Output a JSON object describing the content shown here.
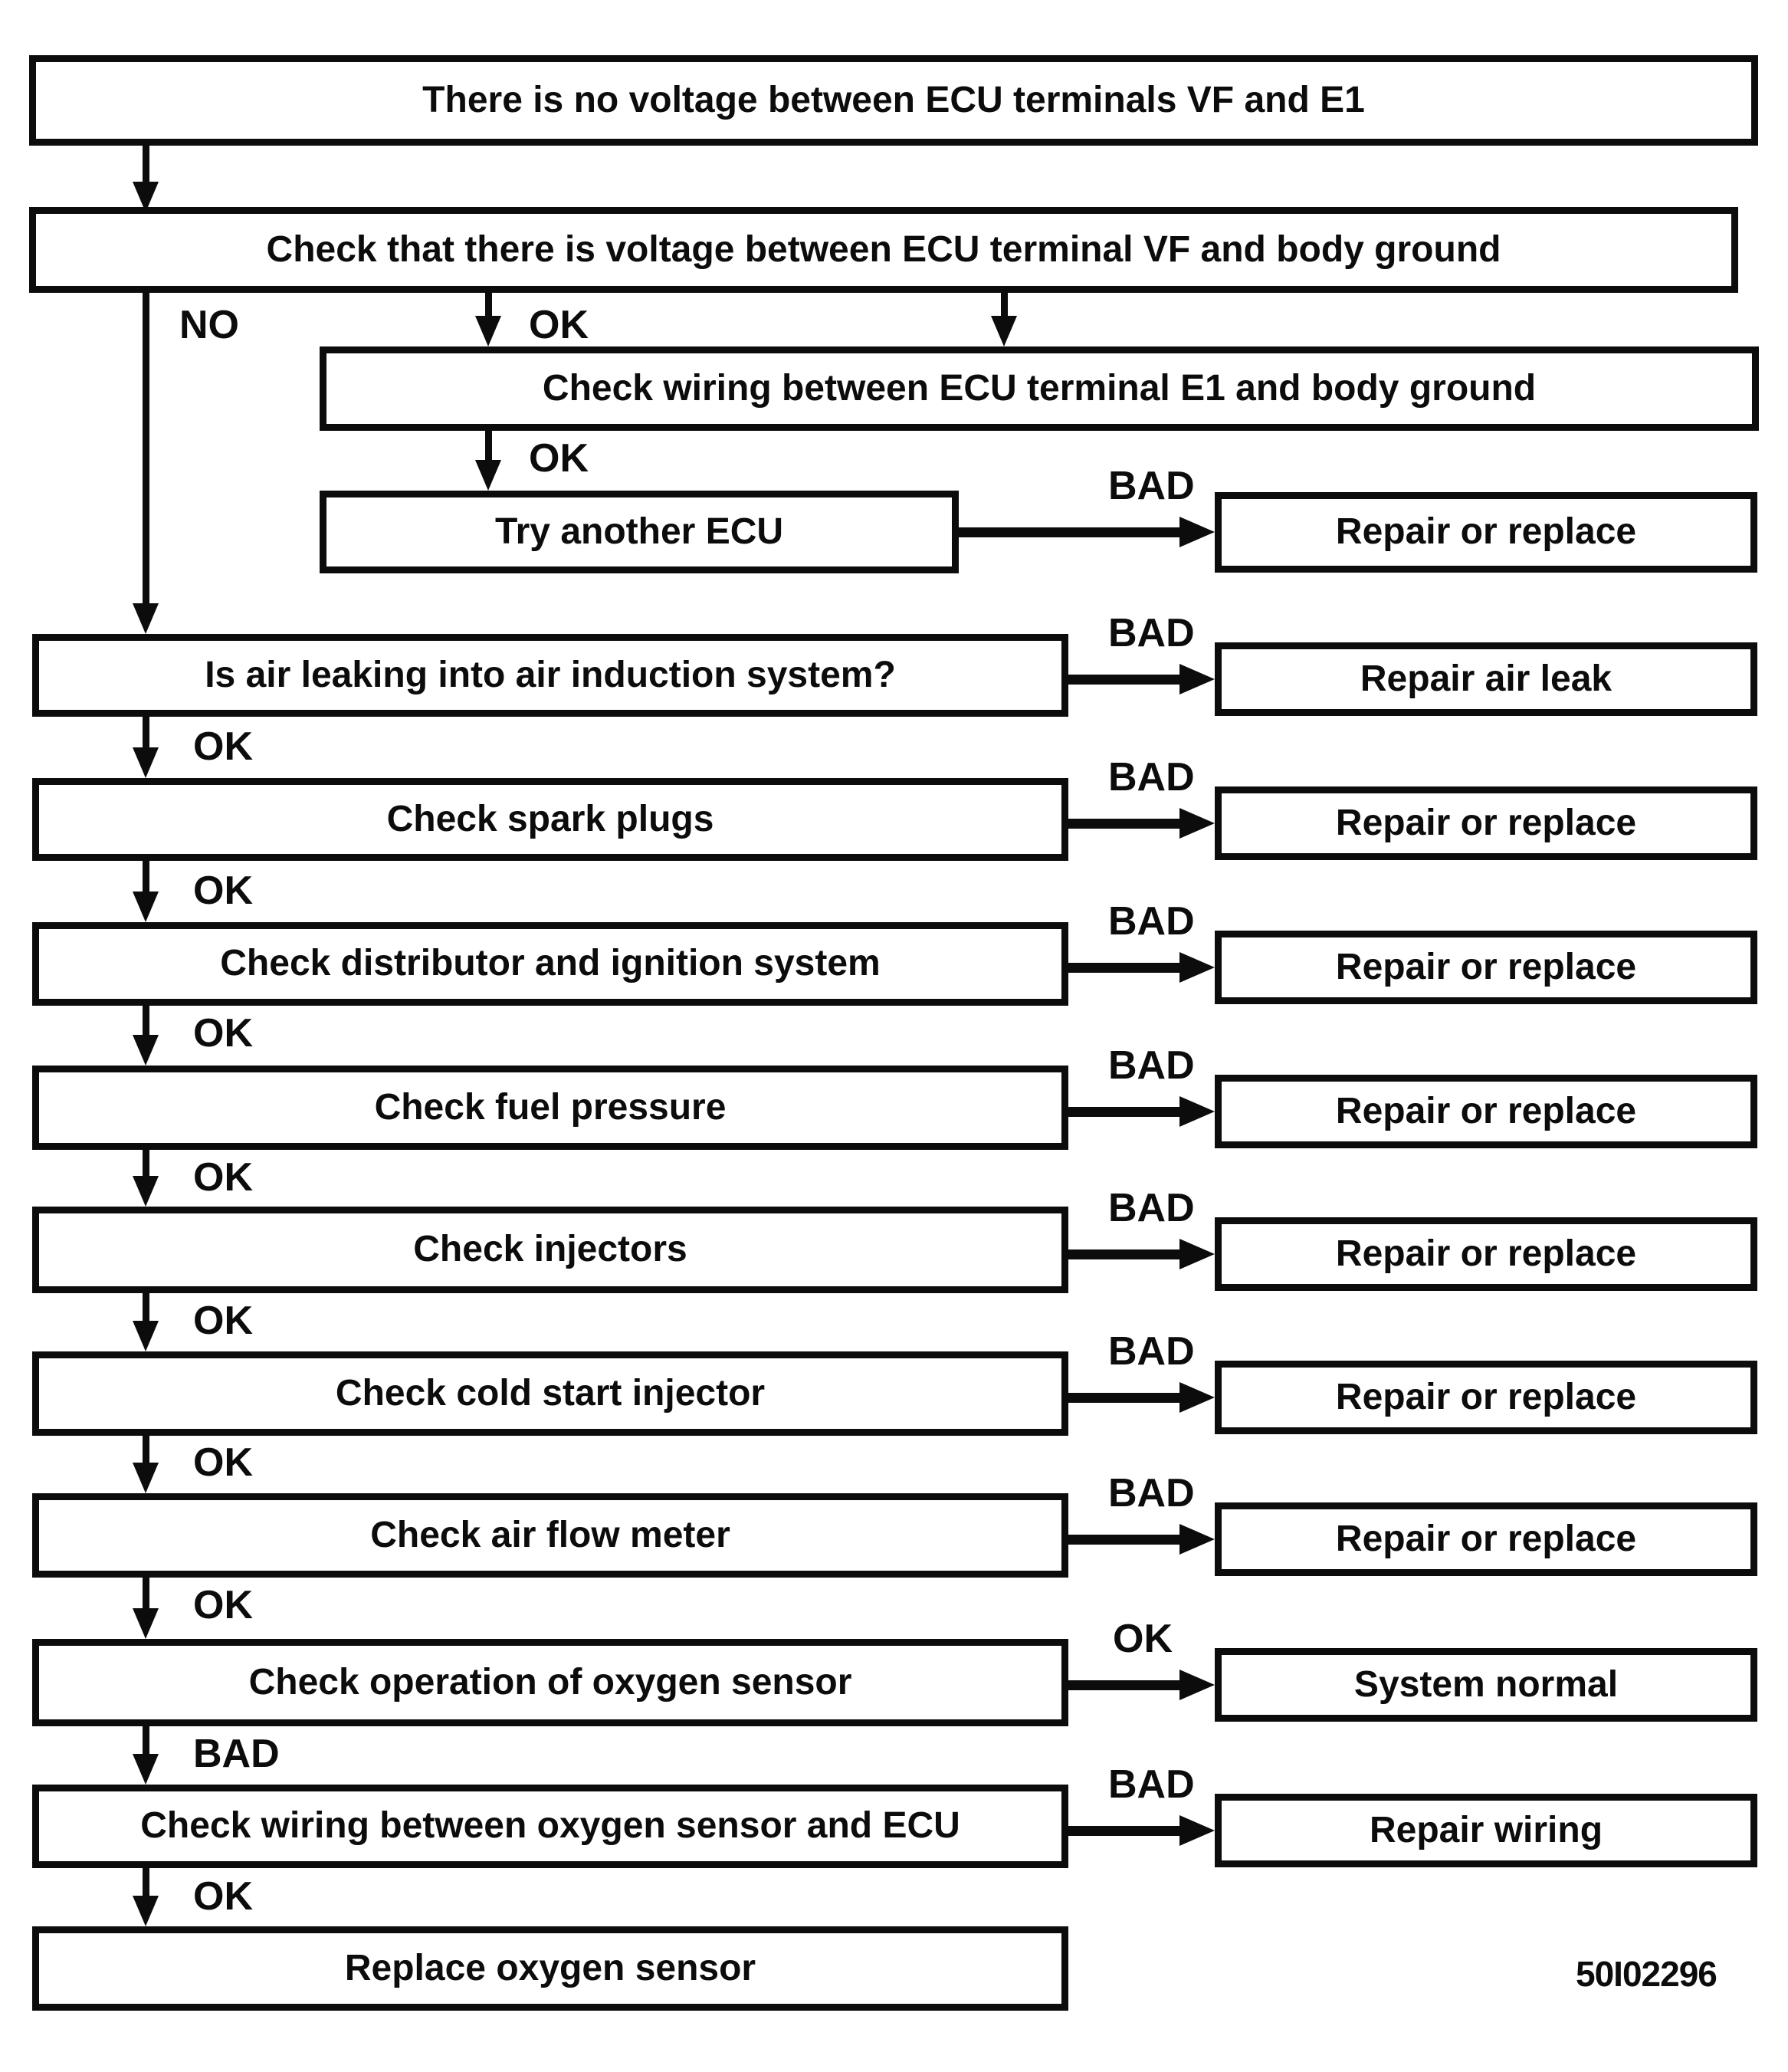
{
  "flowchart": {
    "figure_code": "50I02296",
    "edge_labels": {
      "no": "NO",
      "ok": "OK",
      "bad": "BAD"
    },
    "nodes": {
      "start": {
        "label": "There is no voltage between ECU terminals VF and E1"
      },
      "check_vf_ground": {
        "label": "Check that there is voltage between ECU terminal VF and body ground"
      },
      "check_wiring_e1": {
        "label": "Check wiring between ECU terminal E1 and body ground"
      },
      "try_another_ecu": {
        "label": "Try another ECU"
      },
      "repair_replace_1": {
        "label": "Repair or replace"
      },
      "air_leak_q": {
        "label": "Is air leaking into air induction system?"
      },
      "repair_air_leak": {
        "label": "Repair air leak"
      },
      "check_spark_plugs": {
        "label": "Check spark plugs"
      },
      "repair_replace_2": {
        "label": "Repair or replace"
      },
      "check_distributor": {
        "label": "Check distributor and ignition system"
      },
      "repair_replace_3": {
        "label": "Repair or replace"
      },
      "check_fuel_pressure": {
        "label": "Check fuel pressure"
      },
      "repair_replace_4": {
        "label": "Repair or replace"
      },
      "check_injectors": {
        "label": "Check injectors"
      },
      "repair_replace_5": {
        "label": "Repair or replace"
      },
      "check_cold_start": {
        "label": "Check cold start injector"
      },
      "repair_replace_6": {
        "label": "Repair or replace"
      },
      "check_air_flow": {
        "label": "Check air flow meter"
      },
      "repair_replace_7": {
        "label": "Repair or replace"
      },
      "check_oxygen_sensor": {
        "label": "Check operation of oxygen sensor"
      },
      "system_normal": {
        "label": "System normal"
      },
      "check_wiring_oxygen": {
        "label": "Check wiring between oxygen sensor and ECU"
      },
      "repair_wiring": {
        "label": "Repair wiring"
      },
      "replace_oxygen_sensor": {
        "label": "Replace oxygen sensor"
      }
    },
    "edges": [
      {
        "from": "start",
        "to": "check_vf_ground",
        "label": ""
      },
      {
        "from": "check_vf_ground",
        "to": "air_leak_q",
        "label": "NO"
      },
      {
        "from": "check_vf_ground",
        "to": "check_wiring_e1",
        "label": "OK"
      },
      {
        "from": "check_vf_ground",
        "to": "check_wiring_e1",
        "label": ""
      },
      {
        "from": "check_wiring_e1",
        "to": "try_another_ecu",
        "label": "OK"
      },
      {
        "from": "try_another_ecu",
        "to": "repair_replace_1",
        "label": "BAD"
      },
      {
        "from": "air_leak_q",
        "to": "repair_air_leak",
        "label": "BAD"
      },
      {
        "from": "air_leak_q",
        "to": "check_spark_plugs",
        "label": "OK"
      },
      {
        "from": "check_spark_plugs",
        "to": "repair_replace_2",
        "label": "BAD"
      },
      {
        "from": "check_spark_plugs",
        "to": "check_distributor",
        "label": "OK"
      },
      {
        "from": "check_distributor",
        "to": "repair_replace_3",
        "label": "BAD"
      },
      {
        "from": "check_distributor",
        "to": "check_fuel_pressure",
        "label": "OK"
      },
      {
        "from": "check_fuel_pressure",
        "to": "repair_replace_4",
        "label": "BAD"
      },
      {
        "from": "check_fuel_pressure",
        "to": "check_injectors",
        "label": "OK"
      },
      {
        "from": "check_injectors",
        "to": "repair_replace_5",
        "label": "BAD"
      },
      {
        "from": "check_injectors",
        "to": "check_cold_start",
        "label": "OK"
      },
      {
        "from": "check_cold_start",
        "to": "repair_replace_6",
        "label": "BAD"
      },
      {
        "from": "check_cold_start",
        "to": "check_air_flow",
        "label": "OK"
      },
      {
        "from": "check_air_flow",
        "to": "repair_replace_7",
        "label": "BAD"
      },
      {
        "from": "check_air_flow",
        "to": "check_oxygen_sensor",
        "label": "OK"
      },
      {
        "from": "check_oxygen_sensor",
        "to": "system_normal",
        "label": "OK"
      },
      {
        "from": "check_oxygen_sensor",
        "to": "check_wiring_oxygen",
        "label": "BAD"
      },
      {
        "from": "check_wiring_oxygen",
        "to": "repair_wiring",
        "label": "BAD"
      },
      {
        "from": "check_wiring_oxygen",
        "to": "replace_oxygen_sensor",
        "label": "OK"
      }
    ]
  }
}
